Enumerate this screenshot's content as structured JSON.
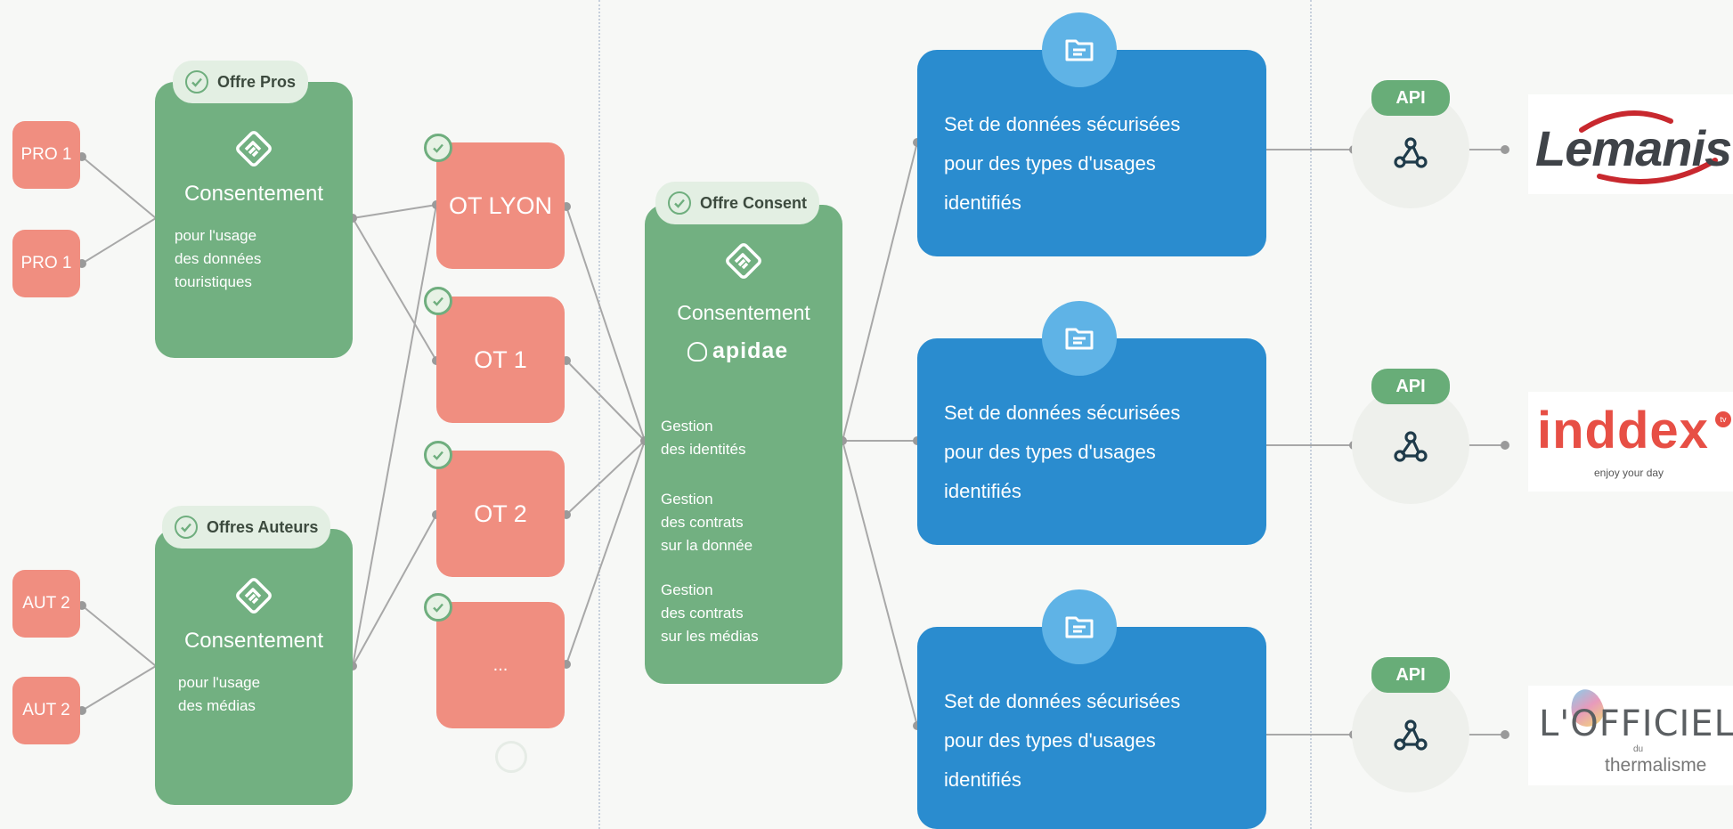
{
  "colors": {
    "green": "#72b081",
    "salmon": "#f08e80",
    "blue": "#2a8ccf",
    "line": "#a8a8a8",
    "tag_bg": "#e3efe3"
  },
  "sources": {
    "pros": [
      "PRO 1",
      "PRO 1"
    ],
    "auteurs": [
      "AUT 2",
      "AUT 2"
    ]
  },
  "offer_pros": {
    "tag": "Offre Pros",
    "title": "Consentement",
    "lines": [
      "pour l'usage",
      "des données",
      "touristiques"
    ],
    "icon": "handshake-icon"
  },
  "offer_auteurs": {
    "tag": "Offres Auteurs",
    "title": "Consentement",
    "lines": [
      "pour l'usage",
      "des médias"
    ],
    "icon": "handshake-icon"
  },
  "offices": [
    "OT LYON",
    "OT 1",
    "OT 2",
    "..."
  ],
  "consent": {
    "tag": "Offre Consent",
    "title": "Consentement",
    "brand": "apidae",
    "items": [
      [
        "Gestion",
        "des identités"
      ],
      [
        "Gestion",
        "des contrats",
        "sur la donnée"
      ],
      [
        "Gestion",
        "des contrats",
        "sur les médias"
      ]
    ]
  },
  "datasets": [
    [
      "Set de données sécurisées",
      "pour des types d'usages",
      "identifiés"
    ],
    [
      "Set de données sécurisées",
      "pour des types d'usages",
      "identifiés"
    ],
    [
      "Set de données sécurisées",
      "pour des types d'usages",
      "identifiés"
    ]
  ],
  "api_label": "API",
  "partners": {
    "lemanis": "Lemanis",
    "inddex": "inddex",
    "inddex_tagline": "enjoy your day",
    "inddex_sup": "tv",
    "officiel_top": "L'OFFICIEL",
    "officiel_du": "du",
    "officiel_bottom": "thermalisme"
  }
}
